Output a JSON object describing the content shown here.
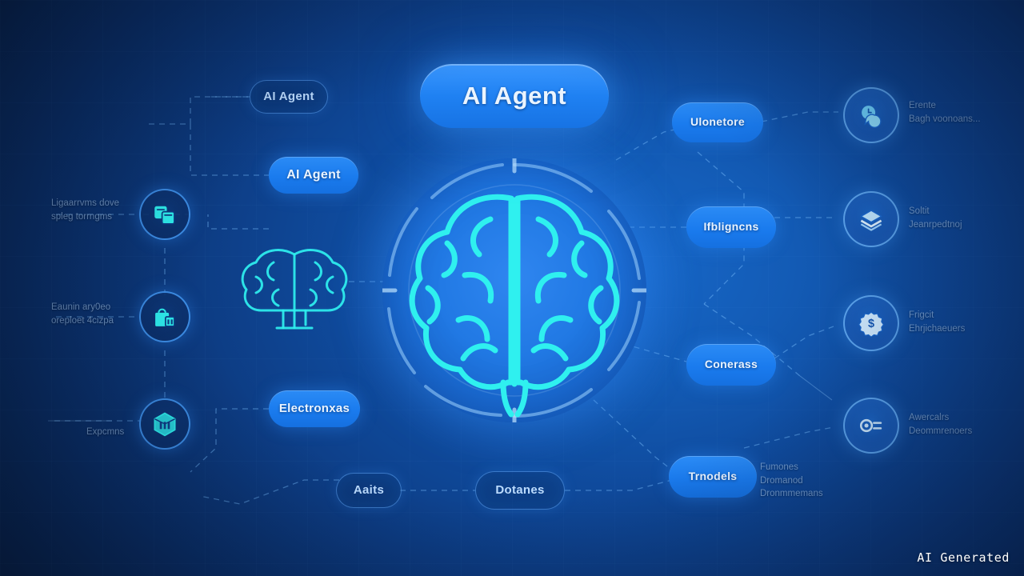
{
  "theme": {
    "bg_deep": "#071c3c",
    "bg_mid": "#0d3c83",
    "bg_light": "#1767c8",
    "accent_blue": "#1f81f2",
    "accent_cyan": "#2ff0ef",
    "pill_text": "#eaf4ff",
    "muted_text": "#aacdf5"
  },
  "title": {
    "label": "AI Agent"
  },
  "center": {
    "icon": "brain-icon",
    "ring_icon": "circular-tech-ring"
  },
  "decor": {
    "small_brain_icon": "brain-outline-icon"
  },
  "left_pills": [
    {
      "label": "AI Agent",
      "style": "outline"
    },
    {
      "label": "AI Agent",
      "style": "solid"
    },
    {
      "label": "Electronxas",
      "style": "solid"
    }
  ],
  "left_icons": [
    {
      "icon": "stacked-cards-icon",
      "text_line1": "Ligaarrvms dove",
      "text_line2": "spleg torrngms"
    },
    {
      "icon": "bag-chart-icon",
      "text_line1": "Eaunin ary0eo",
      "text_line2": "oreploet 4cizpa"
    },
    {
      "icon": "hexagon-box-icon",
      "text_line1": "Expcmns",
      "text_line2": ""
    }
  ],
  "right_pills": [
    {
      "label": "Ulonetore",
      "style": "solid"
    },
    {
      "label": "Ifbligncns",
      "style": "solid"
    },
    {
      "label": "Conerass",
      "style": "solid"
    },
    {
      "label": "Trnodels",
      "style": "solid"
    }
  ],
  "right_icons": [
    {
      "icon": "chat-bubbles-icon",
      "text_line1": "Erente",
      "text_line2": "Bagh voonoans..."
    },
    {
      "icon": "layers-stack-icon",
      "text_line1": "Soltit",
      "text_line2": "Jeanrpedtnoj"
    },
    {
      "icon": "dollar-badge-icon",
      "text_line1": "Frigcit",
      "text_line2": "Ehrjichaeuers"
    },
    {
      "icon": "toggle-list-icon",
      "text_line1": "Awercalrs",
      "text_line2": "Deommrenoers"
    }
  ],
  "bottom_pills": [
    {
      "label": "Aaits",
      "style": "outline"
    },
    {
      "label": "Dotanes",
      "style": "outline"
    }
  ],
  "bottom_note": {
    "line1": "Fumones",
    "line2": "Dromanod",
    "line3": "Dronmmemans"
  },
  "watermark": {
    "label": "AI Generated"
  }
}
